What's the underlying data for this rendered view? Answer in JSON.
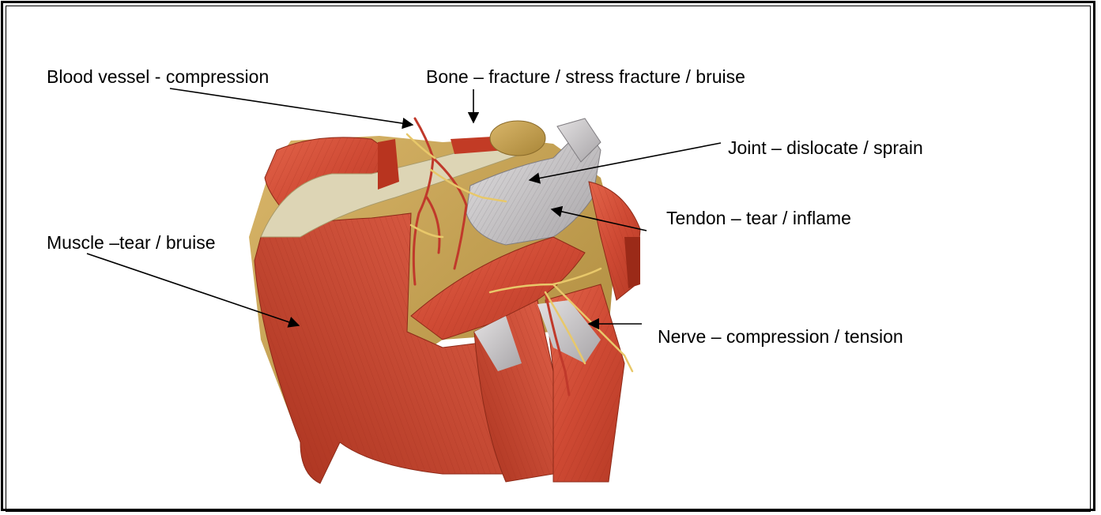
{
  "labels": {
    "blood_vessel": "Blood vessel - compression",
    "bone": "Bone – fracture / stress fracture / bruise",
    "joint": "Joint – dislocate / sprain",
    "tendon": "Tendon – tear / inflame",
    "muscle": "Muscle –tear / bruise",
    "nerve": "Nerve – compression / tension"
  },
  "colors": {
    "muscle": "#d4523b",
    "muscle_dark": "#a8321f",
    "tendon": "#c9c7c8",
    "bone": "#c9a45a",
    "vessel": "#c0392b",
    "nerve": "#e8c86a"
  }
}
